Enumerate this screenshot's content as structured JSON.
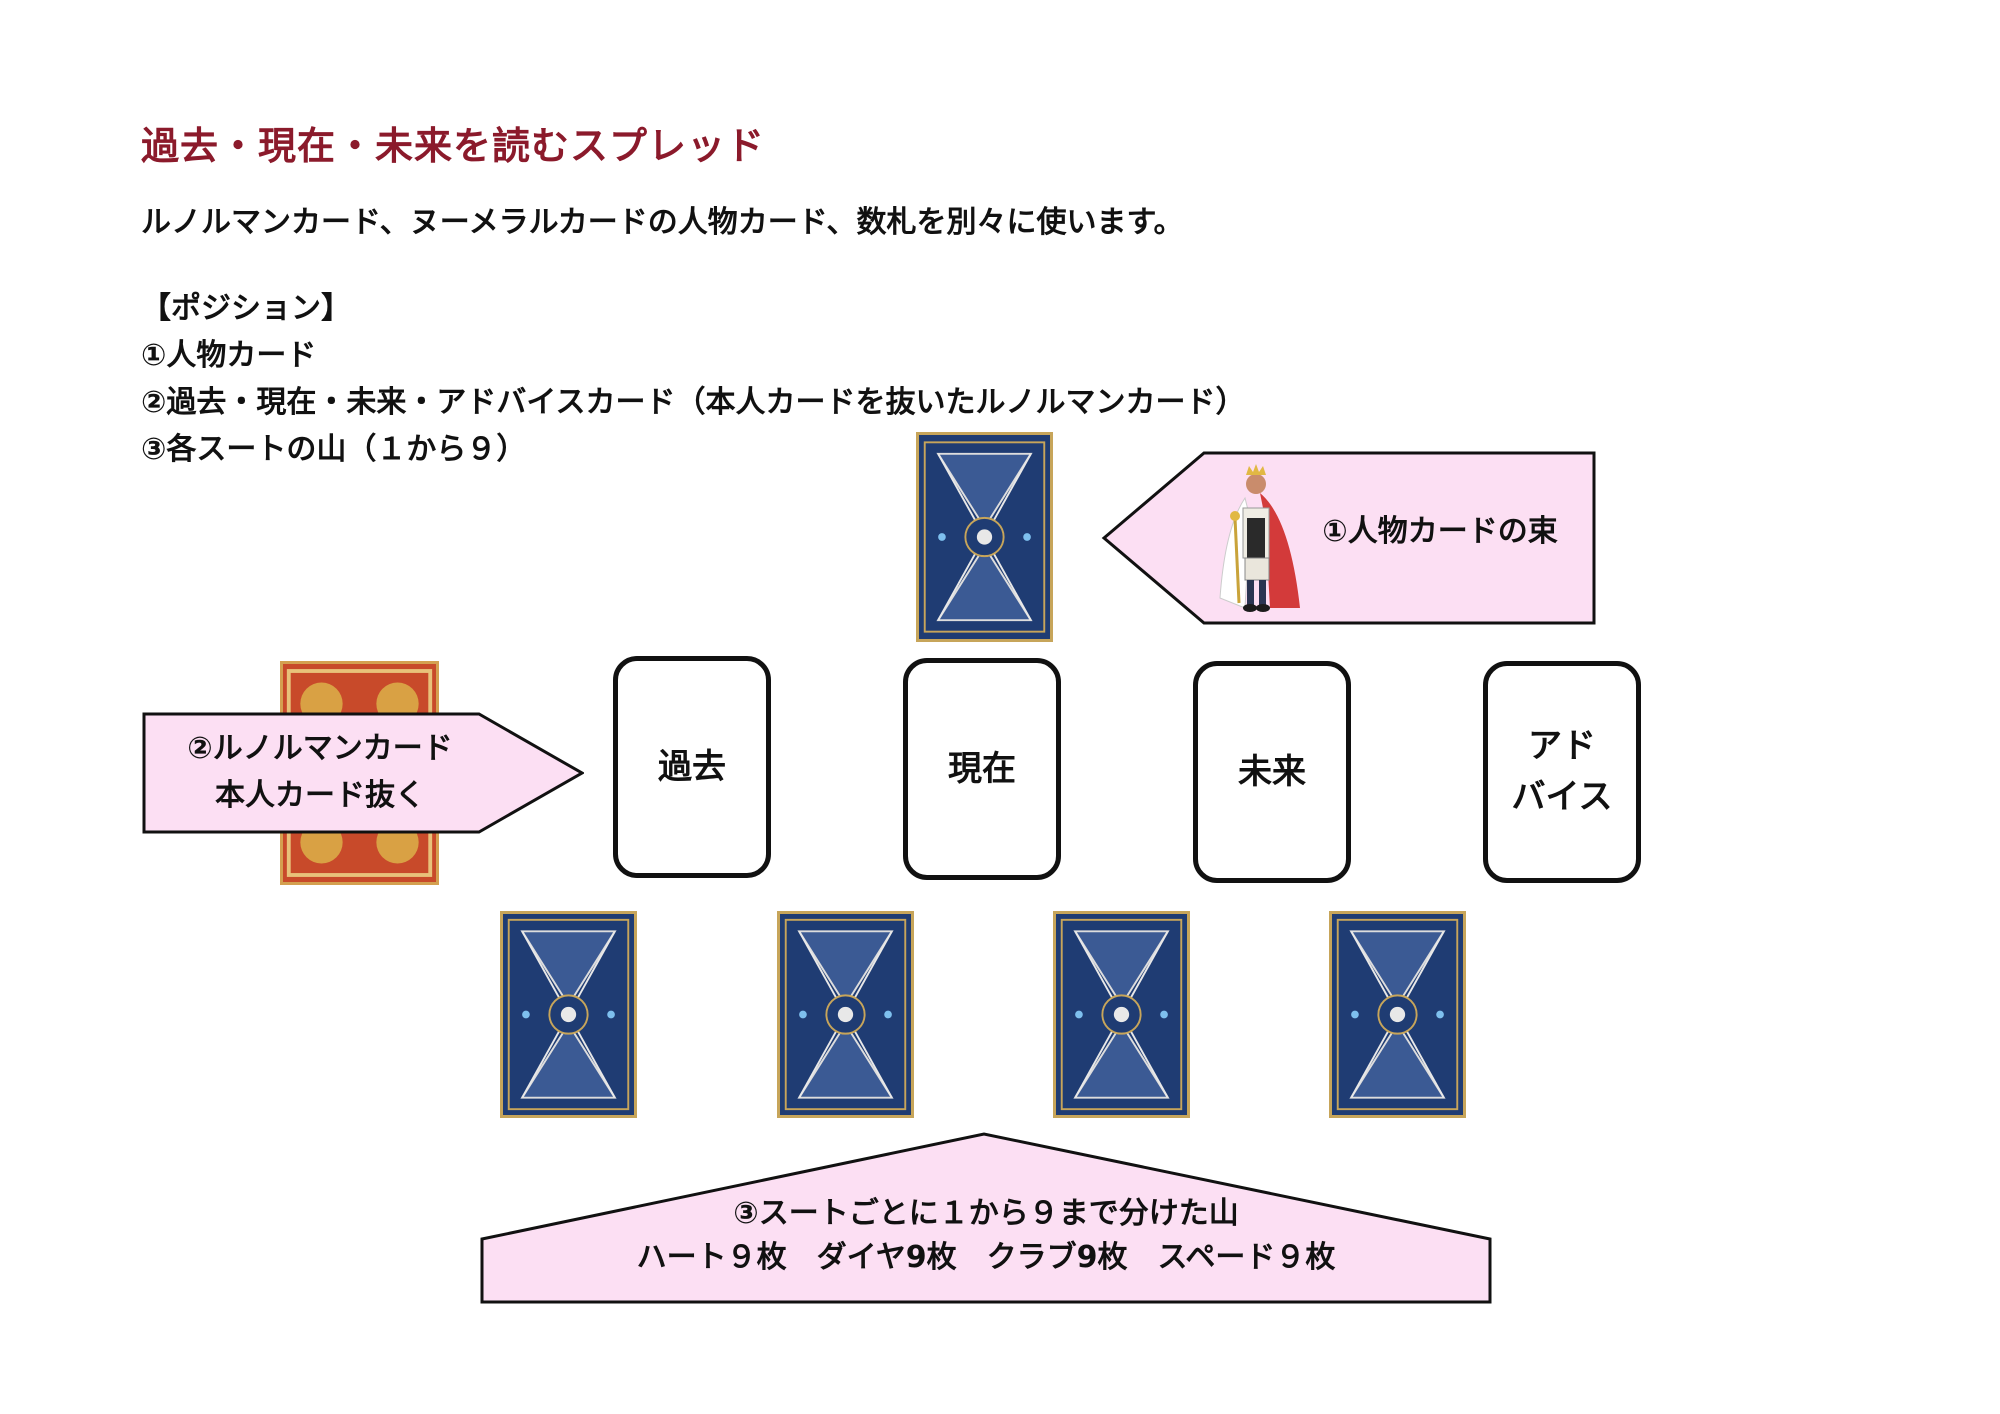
{
  "title": "過去・現在・未来を読むスプレッド",
  "intro": "ルノルマンカード、ヌーメラルカードの人物カード、数札を別々に使います。",
  "positions_heading": "【ポジション】",
  "positions": [
    "①人物カード",
    "②過去・現在・未来・アドバイスカード（本人カードを抜いたルノルマンカード）",
    "③各スートの山（１から９）"
  ],
  "slots": {
    "past": "過去",
    "present": "現在",
    "future": "未来",
    "advice_line1": "アド",
    "advice_line2": "バイス"
  },
  "callouts": {
    "people_deck": "①人物カードの束",
    "lenormand_line1": "②ルノルマンカード",
    "lenormand_line2": "本人カード抜く",
    "suits_line1": "③スートごとに１から９まで分けた山",
    "suits_line2": "ハート９枚　ダイヤ9枚　クラブ9枚　スペード９枚"
  },
  "colors": {
    "title": "#8b1a2b",
    "callout_fill": "#fcdff3",
    "card_back": "#1f3c73",
    "card_gold": "#c7a55a"
  },
  "icons": {
    "card_back": "ornate-card-back-icon",
    "lenormand_deck": "ornate-red-gold-card-icon",
    "king": "king-figure-icon"
  }
}
